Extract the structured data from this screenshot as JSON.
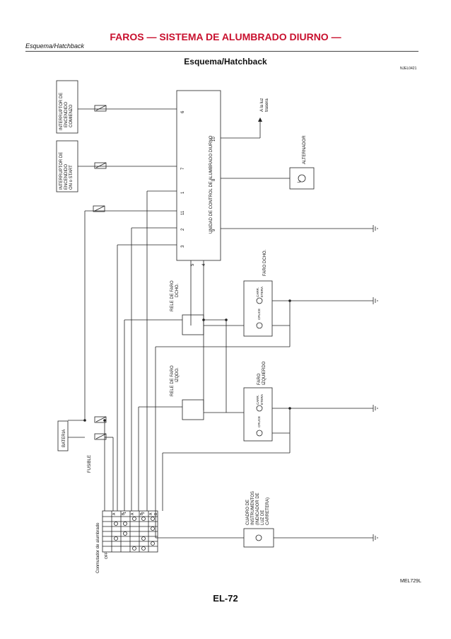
{
  "header": {
    "title": "FAROS — SISTEMA DE ALUMBRADO DIURNO —",
    "section": "Esquema/Hatchback",
    "subtitle": "Esquema/Hatchback",
    "ref_code": "NJEL0421"
  },
  "diagram": {
    "control_unit": {
      "label": "UNIDAD DE CONTROL DE ALUMBRADO DIURNO",
      "pins_left": [
        "6",
        "7",
        "1",
        "11",
        "2",
        "3"
      ],
      "pins_right": [
        "10",
        "8",
        "9"
      ],
      "pins_bottom": [
        "5",
        "4"
      ]
    },
    "ignition_switch_start": [
      "INTERRUPTOR DE",
      "ENCENDIDO",
      "ON o START"
    ],
    "ignition_switch_crank": [
      "INTERRUPTOR DE",
      "ENCENDIDO",
      "COMIENZO"
    ],
    "tail_lamp": [
      "A la luz",
      "trasera"
    ],
    "alternator": {
      "label": "ALTERNADOR",
      "terminal": "L"
    },
    "battery": "BATERIA",
    "fuse": "FUSIBLE",
    "relay_right": [
      "RELE DE FARO",
      "DCHO."
    ],
    "relay_left": [
      "RELE DE FARO",
      "IZQDO."
    ],
    "headlamp_right": {
      "label": "FARO DCHO.",
      "low": "CRUCE",
      "high": [
        "CARR.",
        "ETERA"
      ]
    },
    "headlamp_left": {
      "label": [
        "FARO",
        "IZQUIERDO"
      ],
      "low": "CRUCE",
      "high": [
        "CARR.",
        "ETERA"
      ]
    },
    "meter": [
      "CUADRO DE",
      "INSTRUMENTOS",
      "(INDICADOR DE",
      "LUZ DE",
      "CARRETERA)"
    ],
    "lighting_switch": {
      "label": "Conmutador de alumbrado",
      "positions": [
        "OFF",
        "1",
        "2"
      ],
      "sub_columns": [
        "A",
        "B",
        "A",
        "B",
        "A",
        "B"
      ]
    }
  },
  "figure_code": "MEL729L",
  "page_number": "EL-72"
}
